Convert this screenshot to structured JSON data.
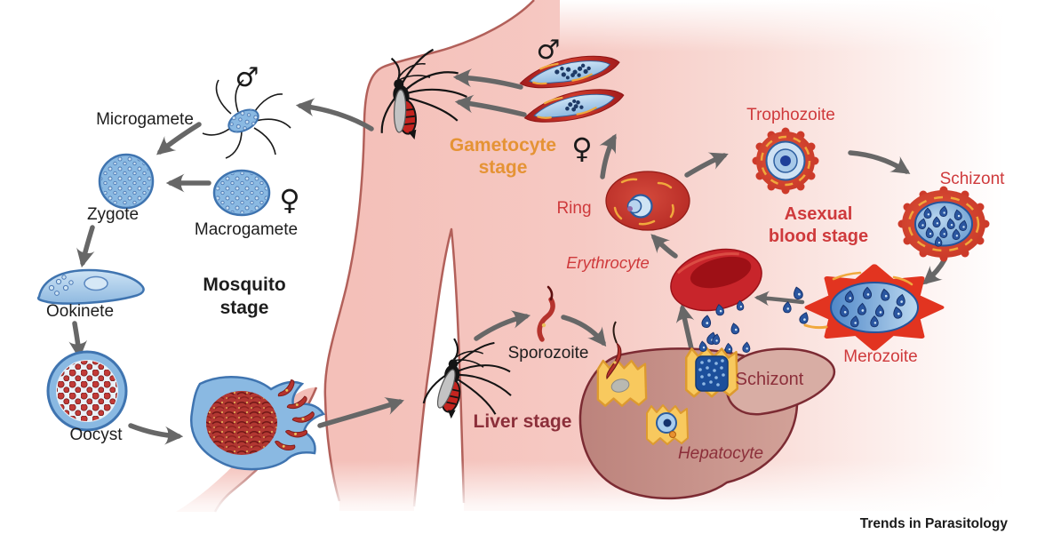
{
  "figure": {
    "credit": "Trends in Parasitology",
    "description": "Malaria parasite life cycle diagram"
  },
  "colors": {
    "background": "#ffffff",
    "body_pink": "#f5c4bd",
    "body_outline": "#b2605a",
    "arrow_gray": "#676767",
    "black_label": "#1d1d1d",
    "blood_red_label": "#cf3a3c",
    "liver_maroon_label": "#8c2f3a",
    "gametocyte_orange_label": "#e59335",
    "cell_blue": "#a9cdec",
    "cell_blue_outline": "#3c72ac",
    "rbc_red": "#c8252b",
    "liver_fill": "#c28b84",
    "hepatocyte_yellow": "#f8c95e"
  },
  "mosquito_stage": {
    "title_line1": "Mosquito",
    "title_line2": "stage",
    "microgamete_label": "Microgamete",
    "microgamete_symbol": "♂",
    "zygote_label": "Zygote",
    "macrogamete_label": "Macrogamete",
    "macrogamete_symbol": "♀",
    "ookinete_label": "Ookinete",
    "oocyst_label": "Oocyst"
  },
  "gametocyte_stage": {
    "title_line1": "Gametocyte",
    "title_line2": "stage",
    "male_symbol": "♂",
    "female_symbol": "♀"
  },
  "asexual_blood_stage": {
    "title_line1": "Asexual",
    "title_line2": "blood stage",
    "ring_label": "Ring",
    "trophozoite_label": "Trophozoite",
    "schizont_label": "Schizont",
    "merozoite_label": "Merozoite",
    "erythrocyte_label": "Erythrocyte"
  },
  "liver_stage": {
    "title": "Liver stage",
    "sporozoite_label": "Sporozoite",
    "schizont_label": "Schizont",
    "hepatocyte_label": "Hepatocyte"
  }
}
